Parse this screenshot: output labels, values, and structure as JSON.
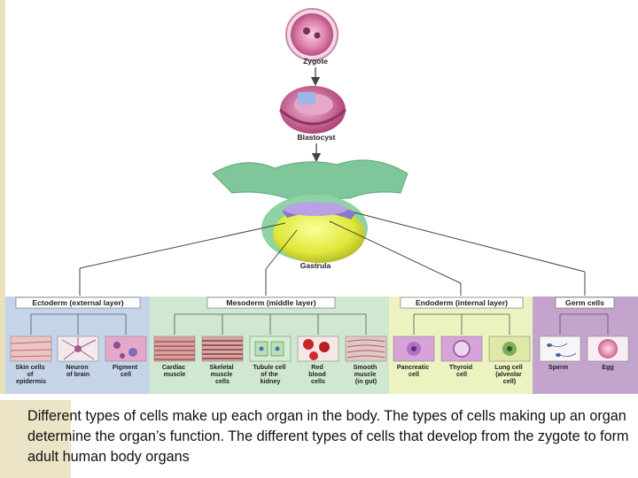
{
  "diagram": {
    "stages": {
      "zygote": "Zygote",
      "blastocyst": "Blastocyst",
      "gastrula": "Gastrula"
    },
    "layers": {
      "ectoderm": "Ectoderm (external layer)",
      "mesoderm": "Mesoderm (middle layer)",
      "endoderm": "Endoderm (internal layer)",
      "germ": "Germ cells"
    },
    "cells": {
      "skin": [
        "Skin cells",
        "of",
        "epidermis"
      ],
      "neuron": [
        "Neuron",
        "of brain"
      ],
      "pigment": [
        "Pigment",
        "cell"
      ],
      "cardiac": [
        "Cardiac",
        "muscle"
      ],
      "skeletal": [
        "Skeletal",
        "muscle",
        "cells"
      ],
      "tubule": [
        "Tubule cell",
        "of the",
        "kidney"
      ],
      "red_blood": [
        "Red",
        "blood",
        "cells"
      ],
      "smooth": [
        "Smooth",
        "muscle",
        "(in gut)"
      ],
      "pancreatic": [
        "Pancreatic",
        "cell"
      ],
      "thyroid": [
        "Thyroid",
        "cell"
      ],
      "lung": [
        "Lung cell",
        "(alveolar",
        "cell)"
      ],
      "sperm": [
        "Sperm"
      ],
      "egg": [
        "Egg"
      ]
    },
    "colors": {
      "ectoderm": "#c6d4ea",
      "mesoderm": "#cfe8cf",
      "endoderm": "#ecf3c0",
      "germ": "#c3a4cd"
    }
  },
  "caption": "Different types of cells make up each organ in the body. The types of cells making up an organ determine the organ’s function. The different types of cells that develop from the zygote to form adult human body organs"
}
